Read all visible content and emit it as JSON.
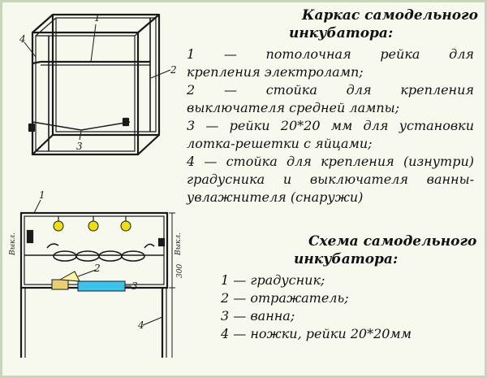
{
  "frame_section": {
    "title_line1": "Каркас самодельного",
    "title_line2": "инкубатора:",
    "items": [
      [
        "1 — потолочная рейка для",
        "крепления электроламп;"
      ],
      [
        "2 — стойка для крепления",
        "выключателя средней лампы;"
      ],
      [
        "3 — рейки 20*20 мм для установки",
        "лотка-решетки с яйцами;"
      ],
      [
        "4 — стойка для крепления (изнутри)",
        "градусника и выключателя ванны-",
        "увлажнителя (снаружи)"
      ]
    ],
    "drawing_callouts": [
      "4",
      "1",
      "2",
      "3"
    ]
  },
  "scheme_section": {
    "title_line1": "Схема самодельного",
    "title_line2": "инкубатора:",
    "items": [
      "1 — градусник;",
      "2 — отражатель;",
      "3 — ванна;",
      "4 — ножки, рейки 20*20мм"
    ],
    "drawing_callouts": [
      "1",
      "2",
      "3",
      "4"
    ],
    "switch_label_left": "Выкл.",
    "switch_label_right": "Выкл.",
    "dimension": "300"
  },
  "colors": {
    "lamp": "#f0e000",
    "water": "#39c4ee",
    "thermometer": "#e8d070",
    "background": "#f7f9ef"
  }
}
